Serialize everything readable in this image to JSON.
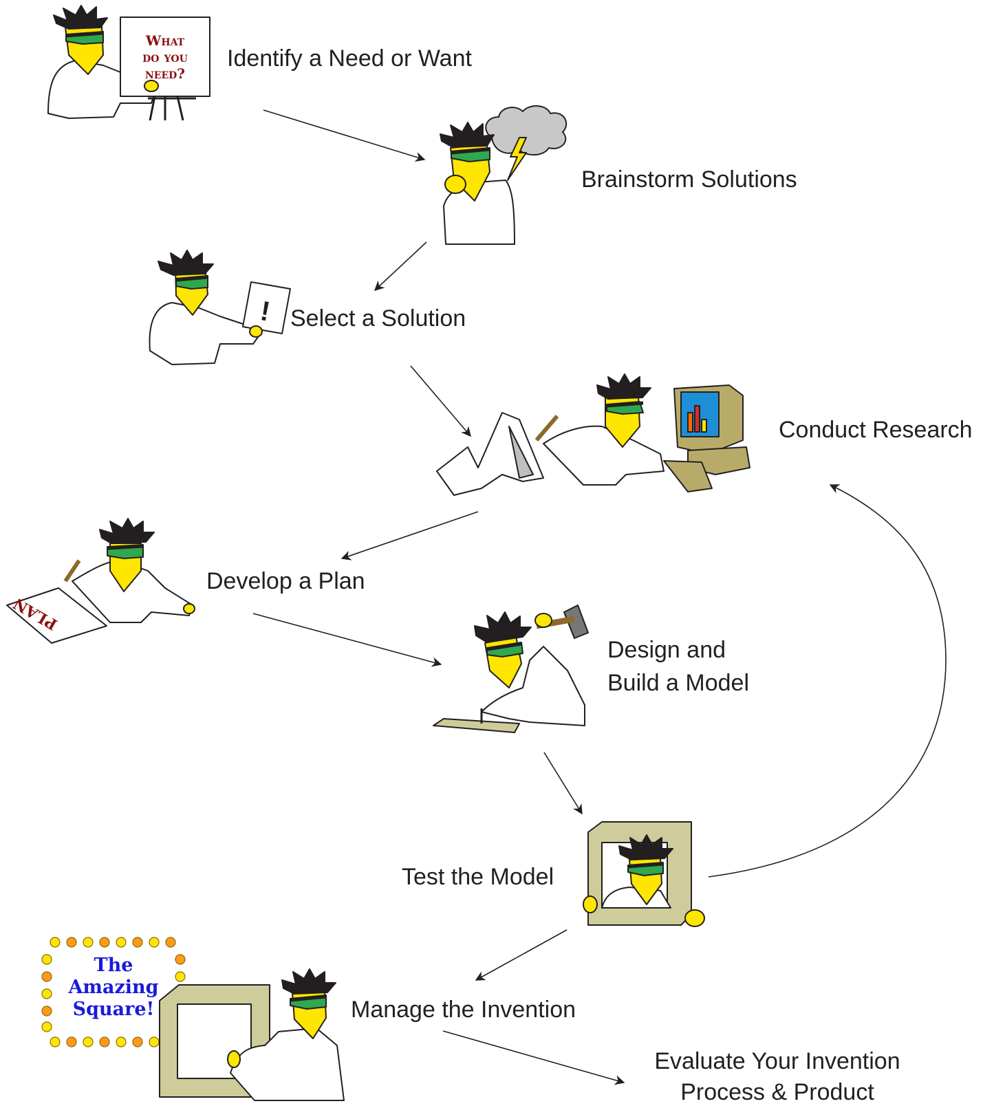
{
  "steps": {
    "identify": "Identify a Need or Want",
    "brainstorm": "Brainstorm Solutions",
    "select": "Select a Solution",
    "research": "Conduct Research",
    "plan": "Develop a Plan",
    "design_line1": "Design and",
    "design_line2": "Build a Model",
    "test": "Test the Model",
    "manage": "Manage the Invention",
    "evaluate_line1": "Evaluate Your Invention",
    "evaluate_line2": "Process & Product"
  },
  "signs": {
    "need_line1": "What",
    "need_line2": "do you",
    "need_line3": "need?",
    "select_mark": "!",
    "plan": "PLAN",
    "amazing_line1": "The",
    "amazing_line2": "Amazing",
    "amazing_line3": "Square!"
  },
  "colors": {
    "skin": "#ffe600",
    "goggles": "#2fa84f",
    "hair": "#231f20",
    "frame": "#cfcc9b",
    "sign_red": "#8b1010",
    "sign_blue": "#1a1adb",
    "computer": "#b8ab6a",
    "cloud": "#c8c8c8"
  }
}
